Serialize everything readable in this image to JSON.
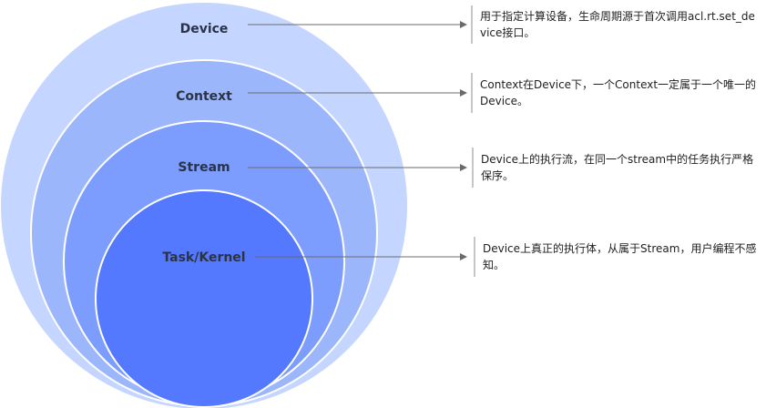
{
  "diagram": {
    "layers": [
      {
        "label": "Device",
        "description": "用于指定计算设备，生命周期源于首次调用acl.rt.set_device接口。"
      },
      {
        "label": "Context",
        "description": "Context在Device下，一个Context一定属于一个唯一的Device。"
      },
      {
        "label": "Stream",
        "description": "Device上的执行流，在同一个stream中的任务执行严格保序。"
      },
      {
        "label": "Task/Kernel",
        "description": "Device上真正的执行体，从属于Stream，用户编程不感知。"
      }
    ],
    "colors": {
      "device_fill": "#c4d5ff",
      "context_fill": "#9cb6fc",
      "stream_fill": "#7c9cfe",
      "kernel_fill": "#5478fe",
      "circle_stroke": "#ffffff",
      "arrow": "#6b6b6b",
      "bracket": "#8c8c8c",
      "label_text": "#2b3347"
    }
  }
}
